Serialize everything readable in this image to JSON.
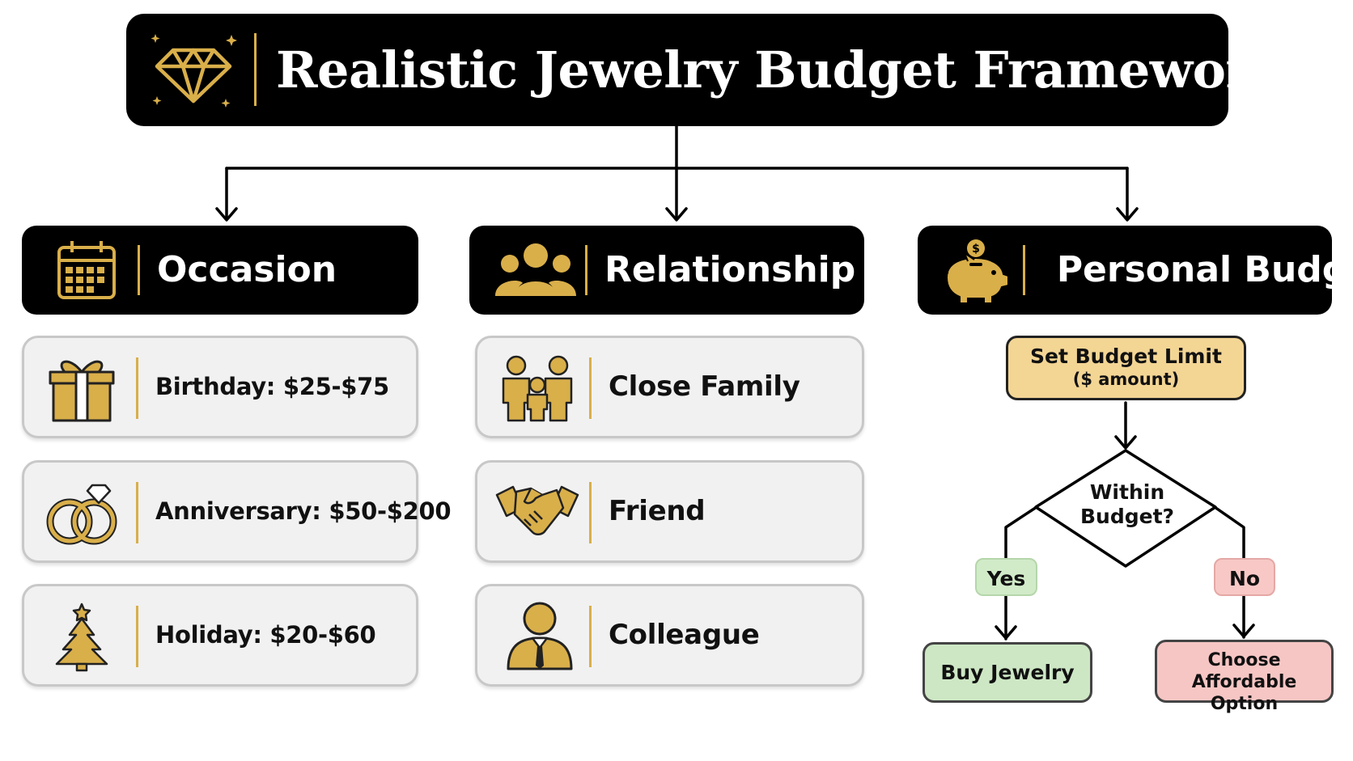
{
  "title": "Realistic Jewelry Budget Framework",
  "colors": {
    "gold": "#D9AF4A",
    "black": "#000000",
    "card_bg": "#f1f1f1",
    "yes_green": "#CDE7C4",
    "no_red": "#F6C6C4",
    "limit_yellow": "#F3D594"
  },
  "categories": [
    {
      "label": "Occasion",
      "icon": "calendar-icon",
      "items": [
        {
          "label": "Birthday: $25-$75",
          "icon": "gift-icon"
        },
        {
          "label": "Anniversary: $50-$200",
          "icon": "rings-icon"
        },
        {
          "label": "Holiday: $20-$60",
          "icon": "christmas-tree-icon"
        }
      ]
    },
    {
      "label": "Relationship",
      "icon": "group-icon",
      "items": [
        {
          "label": "Close Family",
          "icon": "family-icon"
        },
        {
          "label": "Friend",
          "icon": "handshake-icon"
        },
        {
          "label": "Colleague",
          "icon": "businessperson-icon"
        }
      ]
    },
    {
      "label": "Personal Budget",
      "icon": "piggy-bank-icon"
    }
  ],
  "flow": {
    "set_limit": "Set Budget Limit",
    "set_limit_sub": "($ amount)",
    "decision_line1": "Within",
    "decision_line2": "Budget?",
    "yes": "Yes",
    "no": "No",
    "yes_result": "Buy Jewelry",
    "no_result_line1": "Choose",
    "no_result_line2": "Affordable Option"
  }
}
